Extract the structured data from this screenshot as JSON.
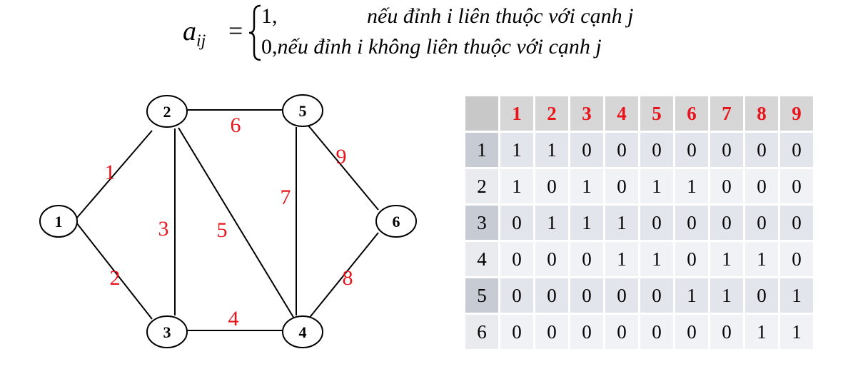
{
  "formula": {
    "lhs": "a",
    "lhs_sub": "ij",
    "equals": "=",
    "cases": [
      {
        "value": "1,",
        "condition": "nếu đỉnh i liên thuộc với cạnh j"
      },
      {
        "value": "0,",
        "condition": "nếu đỉnh i không liên thuộc với cạnh j"
      }
    ]
  },
  "graph": {
    "nodes": [
      {
        "id": "1",
        "label": "1"
      },
      {
        "id": "2",
        "label": "2"
      },
      {
        "id": "3",
        "label": "3"
      },
      {
        "id": "4",
        "label": "4"
      },
      {
        "id": "5",
        "label": "5"
      },
      {
        "id": "6",
        "label": "6"
      }
    ],
    "edges": [
      {
        "label": "1",
        "from": "1",
        "to": "2"
      },
      {
        "label": "2",
        "from": "1",
        "to": "3"
      },
      {
        "label": "3",
        "from": "2",
        "to": "3"
      },
      {
        "label": "4",
        "from": "3",
        "to": "4"
      },
      {
        "label": "5",
        "from": "2",
        "to": "4"
      },
      {
        "label": "6",
        "from": "2",
        "to": "5"
      },
      {
        "label": "7",
        "from": "5",
        "to": "4"
      },
      {
        "label": "8",
        "from": "4",
        "to": "6"
      },
      {
        "label": "9",
        "from": "5",
        "to": "6"
      }
    ],
    "edge_label_color": "#e8161c"
  },
  "matrix": {
    "header_color": "#e8161c",
    "columns": [
      "1",
      "2",
      "3",
      "4",
      "5",
      "6",
      "7",
      "8",
      "9"
    ],
    "rows": [
      {
        "label": "1",
        "values": [
          "1",
          "1",
          "0",
          "0",
          "0",
          "0",
          "0",
          "0",
          "0"
        ]
      },
      {
        "label": "2",
        "values": [
          "1",
          "0",
          "1",
          "0",
          "1",
          "1",
          "0",
          "0",
          "0"
        ]
      },
      {
        "label": "3",
        "values": [
          "0",
          "1",
          "1",
          "1",
          "0",
          "0",
          "0",
          "0",
          "0"
        ]
      },
      {
        "label": "4",
        "values": [
          "0",
          "0",
          "0",
          "1",
          "1",
          "0",
          "1",
          "1",
          "0"
        ]
      },
      {
        "label": "5",
        "values": [
          "0",
          "0",
          "0",
          "0",
          "0",
          "1",
          "1",
          "0",
          "1"
        ]
      },
      {
        "label": "6",
        "values": [
          "0",
          "0",
          "0",
          "0",
          "0",
          "0",
          "0",
          "1",
          "1"
        ]
      }
    ]
  }
}
